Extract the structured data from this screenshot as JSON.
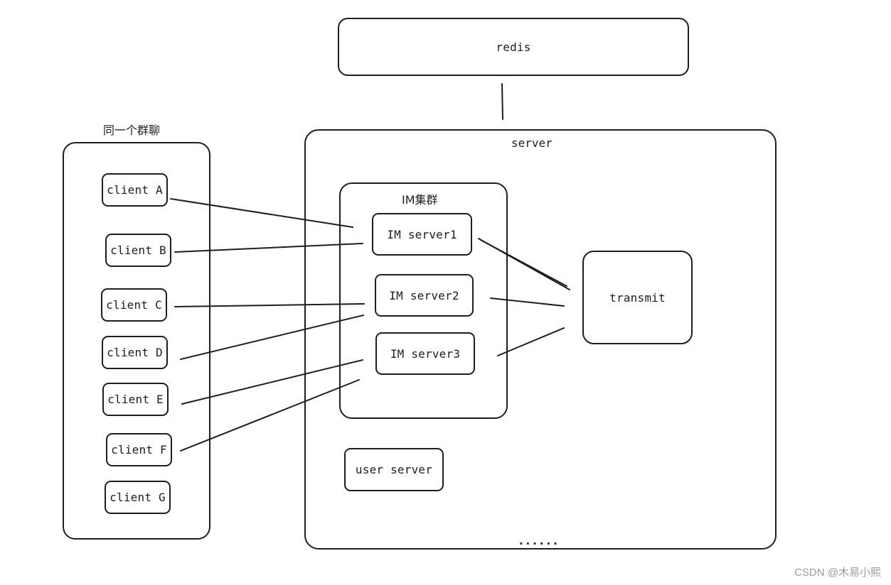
{
  "redis": {
    "label": "redis"
  },
  "server": {
    "label": "server",
    "ellipsis": "......"
  },
  "group": {
    "title": "同一个群聊",
    "clients": [
      "client A",
      "client B",
      "client C",
      "client D",
      "client E",
      "client F",
      "client G"
    ]
  },
  "im_cluster": {
    "title": "IM集群",
    "servers": [
      "IM server1",
      "IM server2",
      "IM server3"
    ]
  },
  "transmit": {
    "label": "transmit"
  },
  "user_server": {
    "label": "user server"
  },
  "watermark": "CSDN @木易小熙"
}
